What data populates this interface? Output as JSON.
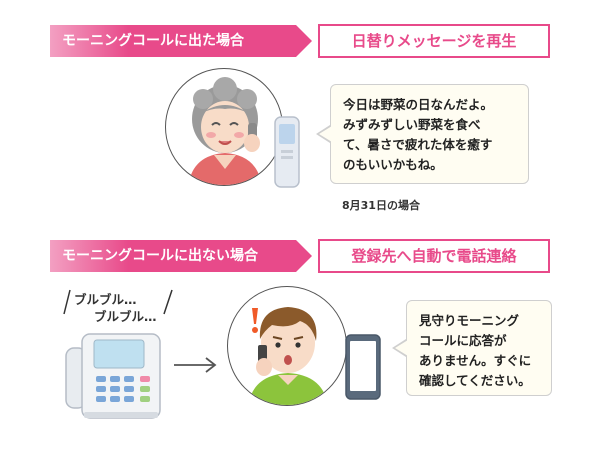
{
  "section1": {
    "header": "モーニングコールに出た場合",
    "action": "日替りメッセージを再生",
    "message_lines": [
      "今日は野菜の日なんだよ。",
      "みずみずしい野菜を食べ",
      "て、暑さで疲れた体を癒す",
      "のもいいかもね。"
    ],
    "caption": "8月31日の場合"
  },
  "section2": {
    "header": "モーニングコールに出ない場合",
    "action": "登録先へ自動で電話連絡",
    "ring_lines": [
      "ブルブル…",
      "ブルブル…"
    ],
    "message_lines": [
      "見守りモーニング",
      "コールに応答が",
      "ありません。すぐに",
      "確認してください。"
    ]
  },
  "icons": {
    "grandmother": "grandmother-on-phone-icon",
    "cordless_phone": "cordless-phone-icon",
    "desk_phone": "desk-phone-icon",
    "arrow": "arrow-right-icon",
    "man": "surprised-man-on-phone-icon",
    "smartphone": "smartphone-icon",
    "alert": "exclamation-icon"
  },
  "colors": {
    "accent": "#e84a8a",
    "tag_gradient_start": "#f07aa8",
    "tag_gradient_end": "#e84a8a"
  }
}
